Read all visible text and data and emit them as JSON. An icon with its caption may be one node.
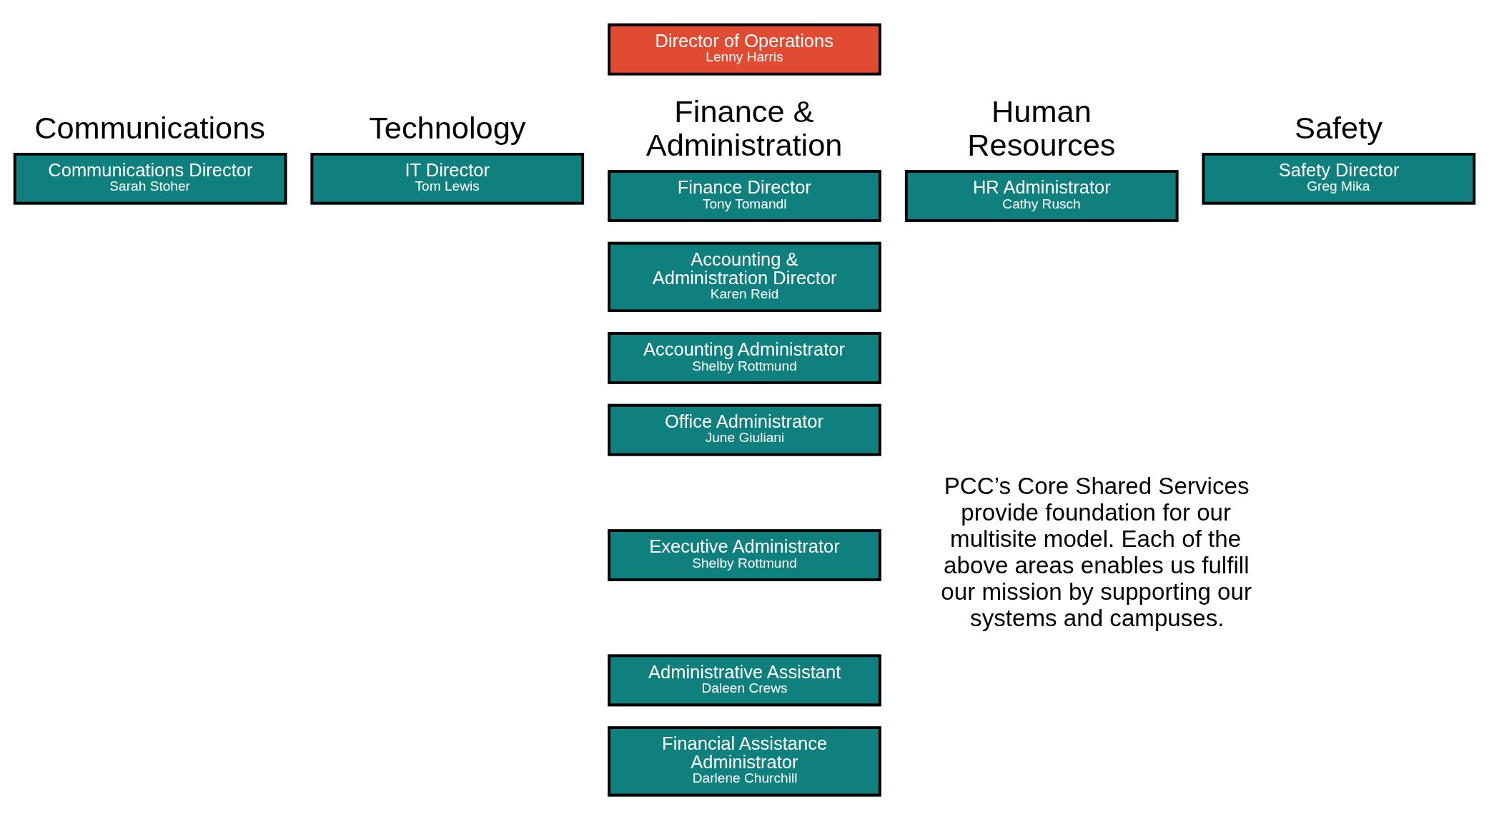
{
  "diagram": {
    "nodes": [
      {
        "text": [
          "Director of Operations",
          "Lenny Harris"
        ]
      },
      {
        "text": [
          "Communications",
          "Communications Director",
          "Sarah Stoher"
        ]
      },
      {
        "text": [
          "Technology",
          "IT Director",
          "Tom Lewis"
        ]
      },
      {
        "text": [
          "Finance & Administration",
          "Finance Director",
          "Tony Tomandl"
        ]
      },
      {
        "text": [
          "Human Resources",
          "HR Administrator",
          "Cathy Rusch"
        ]
      },
      {
        "text": [
          "Safety",
          "Safety Director",
          "Greg Mika"
        ]
      },
      {
        "text": [
          "Accounting & Administration Director",
          "Karen Reid"
        ]
      },
      {
        "text": [
          "Accounting Administrator",
          "Shelby Rottmund"
        ]
      },
      {
        "text": [
          "Office Administrator",
          "June Giuliani"
        ]
      },
      {
        "text": [
          "Executive Administrator",
          "Shelby Rottmund"
        ]
      },
      {
        "text": [
          "Administrative Assistant",
          "Daleen Crews"
        ]
      },
      {
        "text": [
          "Financial Assistance Administrator",
          "Darlene Churchill"
        ]
      }
    ],
    "labels": [
      "PCC’s Core Shared Services provide foundation for our multisite model. Each of the above areas enables us fulfill our mission by supporting our systems and campuses."
    ]
  }
}
